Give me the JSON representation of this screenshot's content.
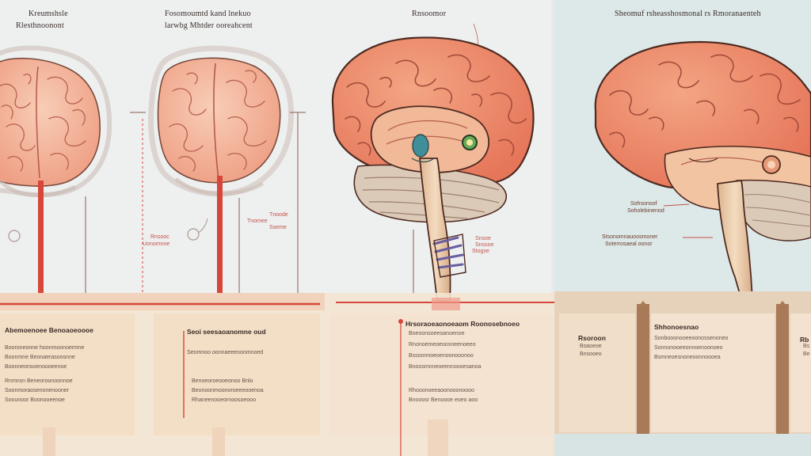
{
  "colors": {
    "background": "#eef0f0",
    "right_panel": "#dde8e8",
    "brain_pink": "#f3b9a1",
    "brain_coral": "#ec8a6a",
    "outline": "#5a3228",
    "cerebellum": "#d7c6b4",
    "stem": "#eed2b0",
    "accent_red": "#d8463a",
    "accent_green": "#5f9c4c",
    "accent_teal": "#3f8f9b",
    "card": "#f2dcc3",
    "card_dark": "#e4c7a7",
    "divider_brown": "#a87a58"
  },
  "titles": {
    "panel1": [
      "Kreumshsle",
      "Rlesthnoonont"
    ],
    "panel2": [
      "Fosomoumtd kand lnekuo",
      "larwbg Mhtder ooreahcent"
    ],
    "panel3": [
      "Rnsoomor"
    ],
    "panel4": [
      "Sheomuf rsheasshosmonal rs Rmoranaenteh"
    ]
  },
  "notes": {
    "panel2_left": [
      "Rnsooc",
      "Uonomnne"
    ],
    "panel2_right": [
      "Tnoode",
      "Tnomee",
      "Sseme"
    ],
    "panel3_stem": [
      "Snsoe",
      "Snssoe",
      "Stogse"
    ],
    "panel4_a": [
      "Sohsonoof",
      "Soholebinenod"
    ],
    "panel4_b": [
      "Stsonomnauoosmoner",
      "Soterrosaeal oonor"
    ]
  },
  "cards": [
    {
      "heading": "Abemoenoee Benoaoeoooe",
      "lines": [
        "Booroneonne hoonmoonoemme",
        "Boonmne Beonaerasoosnne",
        "Boonneonsoenoooeenoe",
        "Rnmnsn Beneoroonoonnoe",
        "Soonmoraosenonenooner",
        "Soounoor Boonooeenoe"
      ]
    },
    {
      "heading": "Seoi seesaoanomne oud",
      "lines": [
        "Seomnoo oonnaeeeoonmnoed",
        "Benoeoroeooeonoo Bnlo",
        "Beonoonmoonoroeeeooenoa",
        "Rhaneenooeornoosoeooo"
      ]
    },
    {
      "heading": "Hrsoraoeaonoeaom Roonosebnoeo",
      "lines": [
        "Boeoonsoeeoanoenoe",
        "Rnonoemeoeoosneenoeeo",
        "Bssoonnoeoenoonooonoo",
        "Bnoosmnneoeennoooesanoa",
        "Rhooonoeeaoonooonoooo",
        "Bnooosr Benoooe eoeo aoo"
      ]
    },
    {
      "heading": "Rsoroon",
      "lines": [
        "Bsaoeoe",
        "Bnsooeo"
      ]
    },
    {
      "heading": "Shhonoesnao",
      "lines": [
        "Sonbooonooeeoonossenoneo",
        "Sonnonooeeonnoenoonoeo",
        "Bsmneoesnoneoonnoooea"
      ]
    },
    {
      "heading": "Rb",
      "lines": [
        "Bs",
        "Be"
      ]
    }
  ]
}
